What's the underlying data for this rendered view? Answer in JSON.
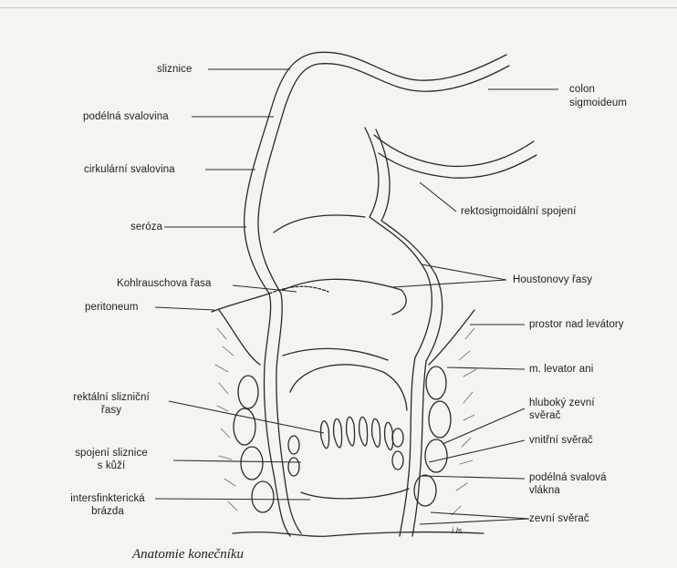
{
  "caption": "Anatomie konečníku",
  "labels": {
    "sliznice": "sliznice",
    "podelna_svalovina": "podélná svalovina",
    "cirkularni_svalovina": "cirkulární svalovina",
    "seroza": "seróza",
    "kohlrausch": "Kohlrauschova řasa",
    "peritoneum": "peritoneum",
    "rektalni_1": "rektální slizniční",
    "rektalni_2": "řasy",
    "spojeni_1": "spojení sliznice",
    "spojeni_2": "s kůží",
    "intersf_1": "intersfinkterická",
    "intersf_2": "brázda",
    "colon_1": "colon",
    "colon_2": "sigmoideum",
    "rektosigmoidalni": "rektosigmoidální spojení",
    "houstonovy": "Houstonovy řasy",
    "prostor": "prostor nad levátory",
    "levator": "m. levator ani",
    "hluboky_1": "hluboký zevní",
    "hluboky_2": "svěrač",
    "vnitrni": "vnitřní svěrač",
    "podelna_vl_1": "podélná svalová",
    "podelna_vl_2": "vlákna",
    "zevni": "zevní svěrač",
    "signature": "i.ls."
  }
}
